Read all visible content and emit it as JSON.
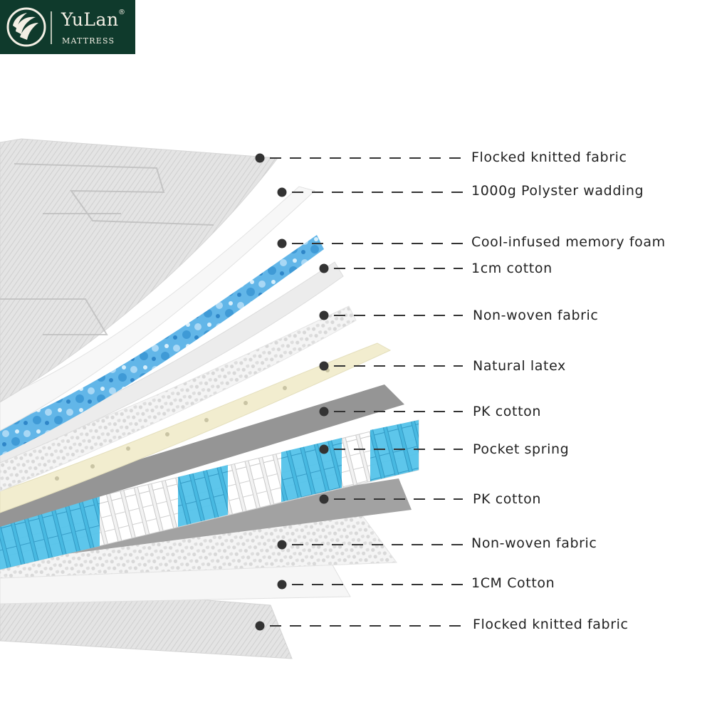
{
  "brand": {
    "name": "YuLan",
    "registered": "®",
    "subtitle": "MATTRESS",
    "background_color": "#0f3a2c"
  },
  "layers": [
    {
      "label": "Flocked knitted fabric"
    },
    {
      "label": "1000g Polyster wadding"
    },
    {
      "label": "Cool-infused memory foam"
    },
    {
      "label": "1cm cotton"
    },
    {
      "label": "Non-woven fabric"
    },
    {
      "label": "Natural latex"
    },
    {
      "label": "PK cotton"
    },
    {
      "label": "Pocket spring"
    },
    {
      "label": "PK cotton"
    },
    {
      "label": "Non-woven fabric"
    },
    {
      "label": "1CM Cotton"
    },
    {
      "label": "Flocked knitted fabric"
    }
  ],
  "colors": {
    "fabric": "#e2e2e2",
    "memory_foam": "#5fb4e6",
    "latex": "#f3eed0",
    "pk_cotton": "#9a9a9a",
    "spring_blue": "#3fb6e0",
    "callout": "#333333"
  }
}
